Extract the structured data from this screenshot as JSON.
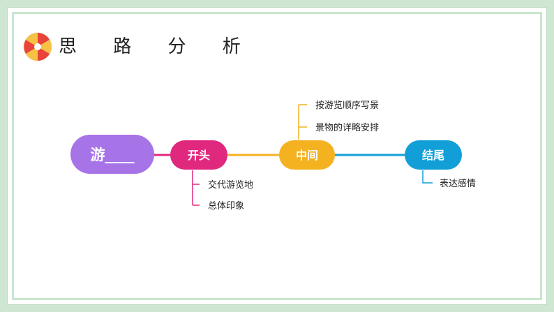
{
  "title": "思 路 分 析",
  "diagram": {
    "root": {
      "label": "游____",
      "color": "#a774e8"
    },
    "nodes": [
      {
        "id": "start",
        "label": "开头",
        "color": "#e0287f",
        "leaves": [
          "交代游览地",
          "总体印象"
        ]
      },
      {
        "id": "middle",
        "label": "中间",
        "color": "#f4b221",
        "leaves": [
          "按游览顺序写景",
          "景物的详略安排"
        ]
      },
      {
        "id": "end",
        "label": "结尾",
        "color": "#129fd8",
        "leaves": [
          "表达感情"
        ]
      }
    ]
  },
  "colors": {
    "page_background": "#cfe6d3",
    "frame_border": "#c9e6cf",
    "logo_red": "#e8443a",
    "logo_yellow": "#f6c244"
  }
}
